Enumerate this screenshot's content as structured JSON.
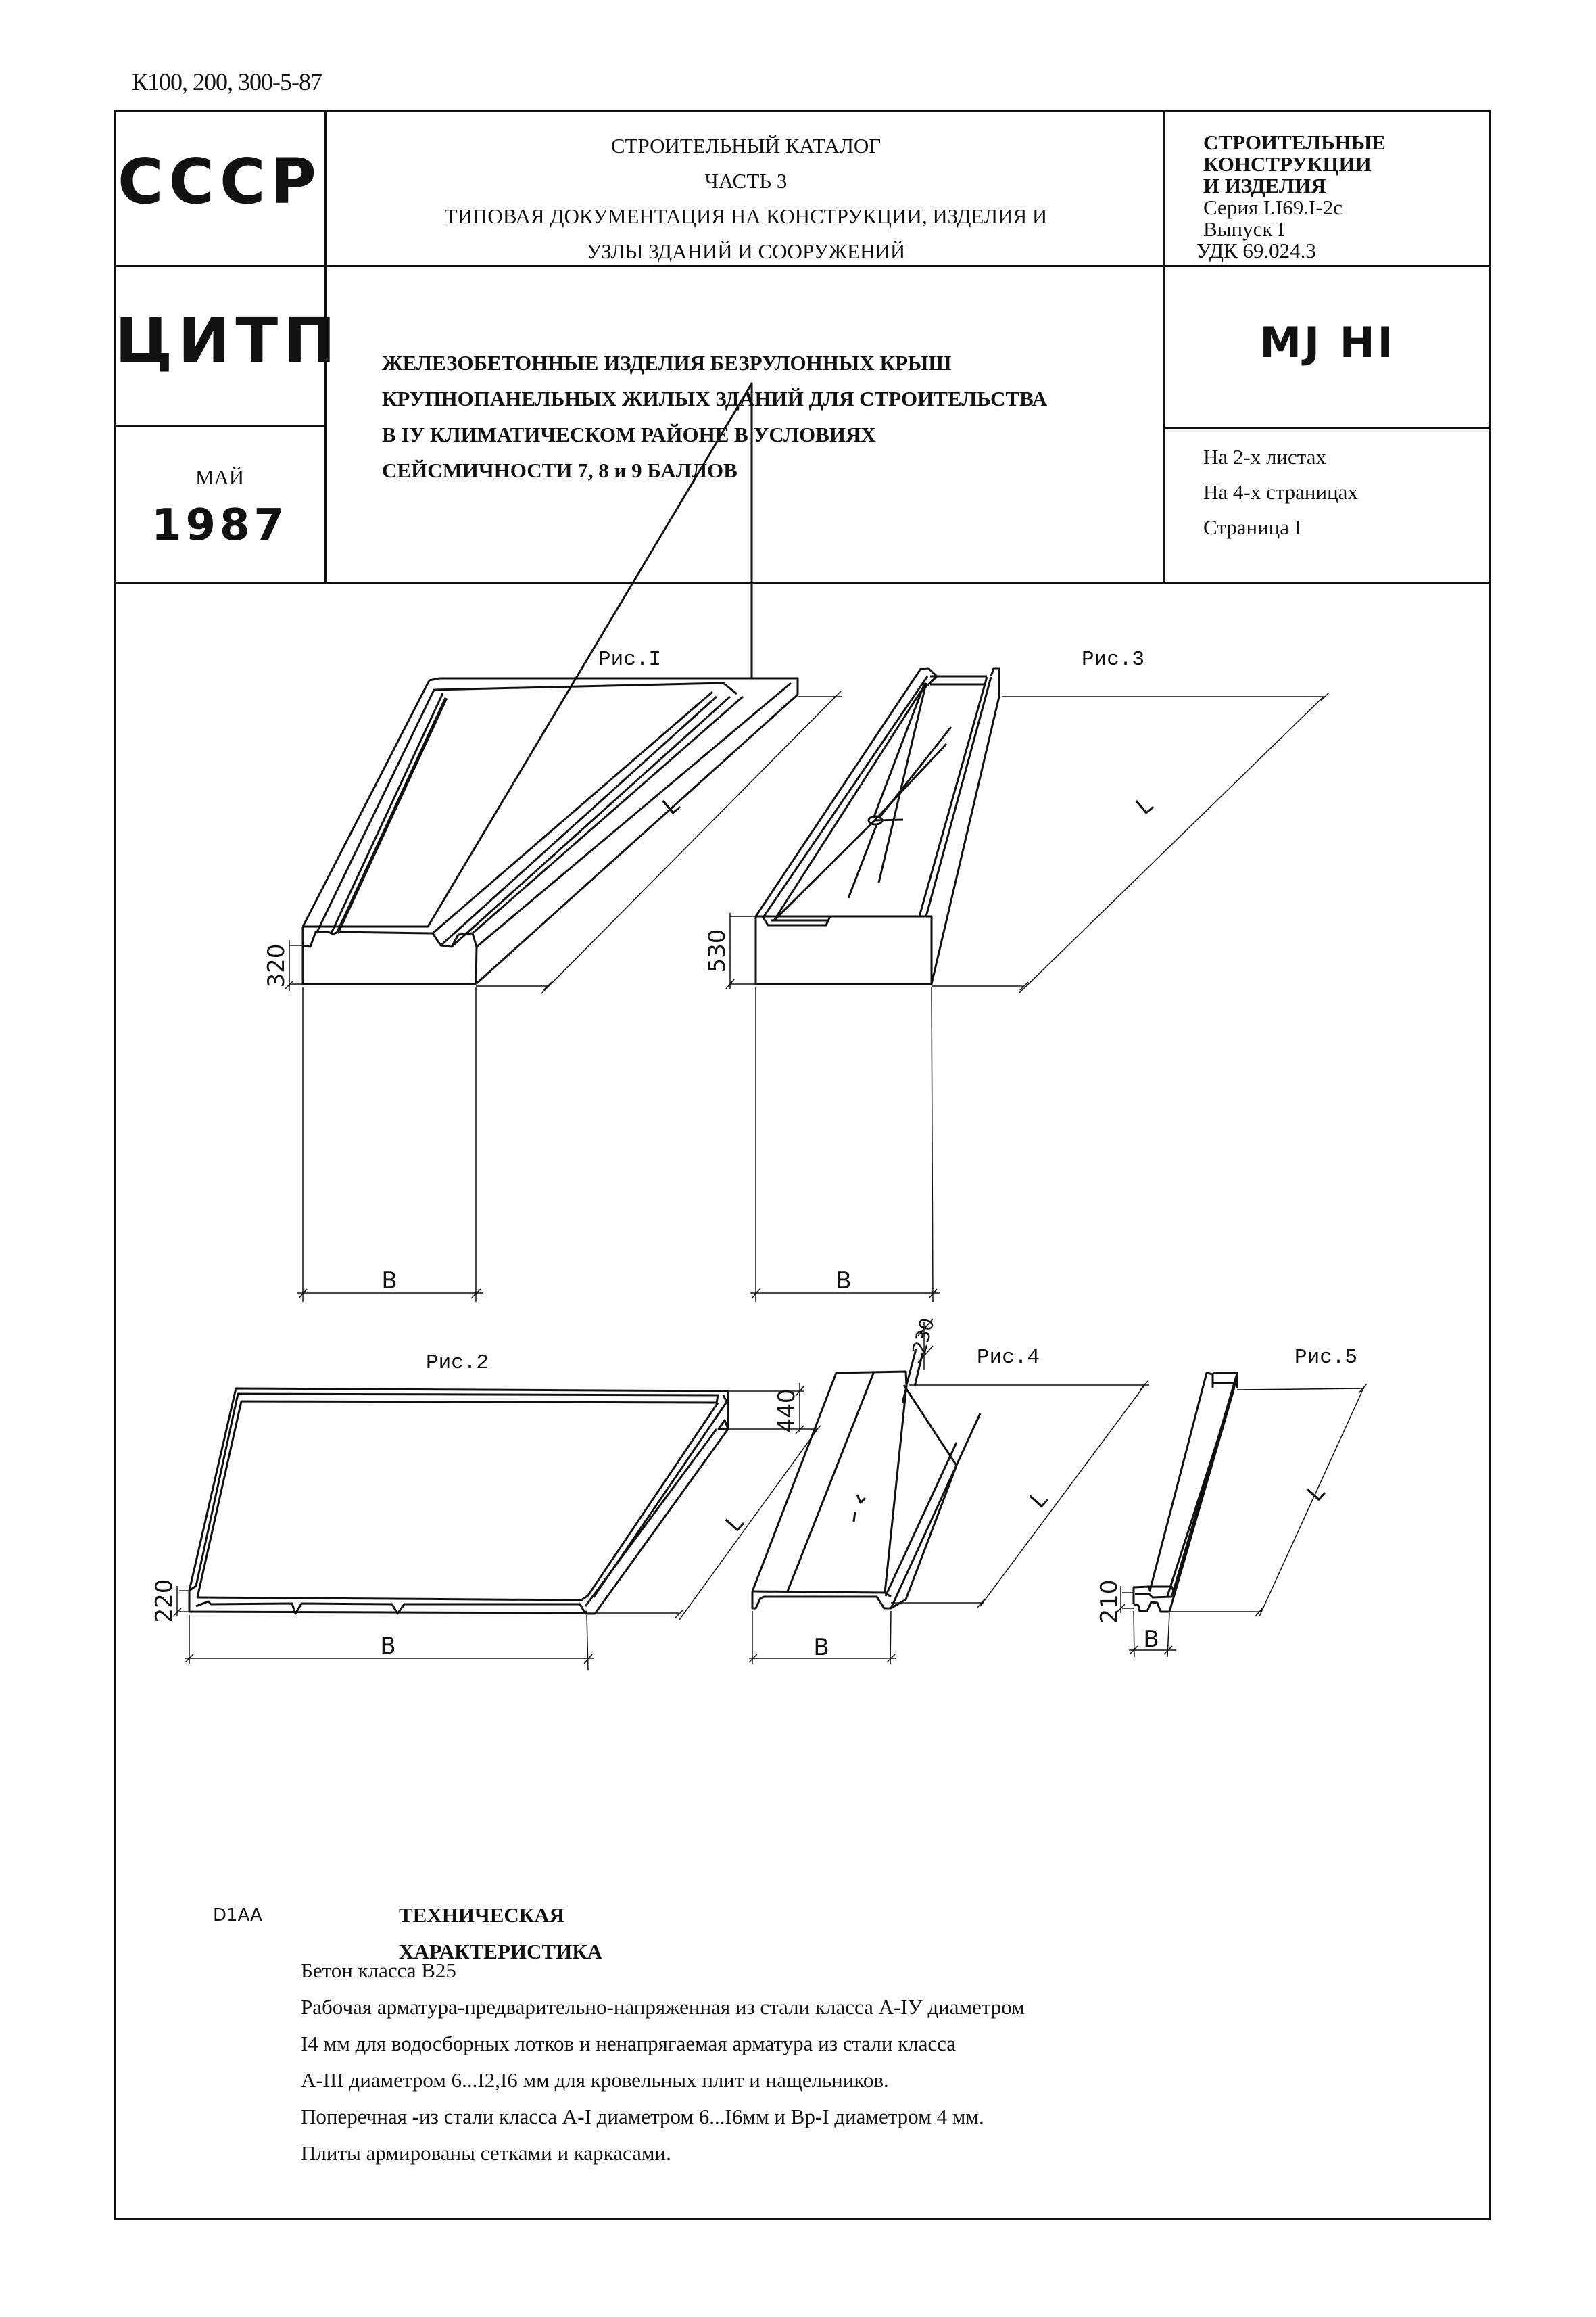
{
  "document_ref": "К100, 200, 300-5-87",
  "header": {
    "country": "СССР",
    "org": "ЦИТП",
    "month": "МАЙ",
    "year": "1987",
    "catalog": {
      "line1": "СТРОИТЕЛЬНЫЙ КАТАЛОГ",
      "line2": "ЧАСТЬ 3",
      "line3": "ТИПОВАЯ ДОКУМЕНТАЦИЯ НА КОНСТРУКЦИИ, ИЗДЕЛИЯ И",
      "line4": "УЗЛЫ ЗДАНИЙ И СООРУЖЕНИЙ"
    },
    "series_block": {
      "line1": "СТРОИТЕЛЬНЫЕ",
      "line2": "КОНСТРУКЦИИ",
      "line3": "И ИЗДЕЛИЯ",
      "line4": "Серия I.I69.I-2с",
      "line5": "Выпуск I",
      "line6": "УДК 69.024.3"
    },
    "code": "МJ HI",
    "title": {
      "line1": "ЖЕЛЕЗОБЕТОННЫЕ ИЗДЕЛИЯ БЕЗРУЛОННЫХ КРЫШ",
      "line2": "КРУПНОПАНЕЛЬНЫХ ЖИЛЫХ ЗДАНИЙ ДЛЯ СТРОИТЕЛЬСТВА",
      "line3": "В IУ КЛИМАТИЧЕСКОМ РАЙОНЕ В УСЛОВИЯХ",
      "line4": "СЕЙСМИЧНОСТИ 7, 8 и 9 БАЛЛОВ"
    },
    "sheets": {
      "line1": "На 2-х листах",
      "line2": "На 4-х страницах",
      "line3": "Страница I"
    }
  },
  "figures": {
    "fig1": {
      "label": "Рис.I",
      "height_dim": "320",
      "width_dim": "B",
      "length_dim": "L"
    },
    "fig2": {
      "label": "Рис.2",
      "height_dim": "220",
      "end_height_dim": "440",
      "width_dim": "B",
      "length_dim": "L"
    },
    "fig3": {
      "label": "Рис.3",
      "height_dim": "530",
      "width_dim": "B",
      "length_dim": "L"
    },
    "fig4": {
      "label": "Рис.4",
      "height_dim": "230",
      "width_dim": "B",
      "length_dim": "L"
    },
    "fig5": {
      "label": "Рис.5",
      "height_dim": "210",
      "width_dim": "B",
      "length_dim": "L"
    }
  },
  "tech": {
    "code": "D1AA",
    "heading": "ТЕХНИЧЕСКАЯ ХАРАКТЕРИСТИКА",
    "lines": [
      "Бетон  класса В25",
      "Рабочая арматура-предварительно-напряженная из стали класса А-IУ диаметром",
      "I4 мм для водосборных лотков и ненапрягаемая арматура  из стали класса",
      "А-III диаметром 6...I2,I6 мм для кровельных плит и нащельников.",
      "Поперечная -из стали класса А-I диаметром 6...I6мм и Вр-I диаметром 4 мм.",
      "Плиты армированы сетками и  каркасами."
    ]
  }
}
